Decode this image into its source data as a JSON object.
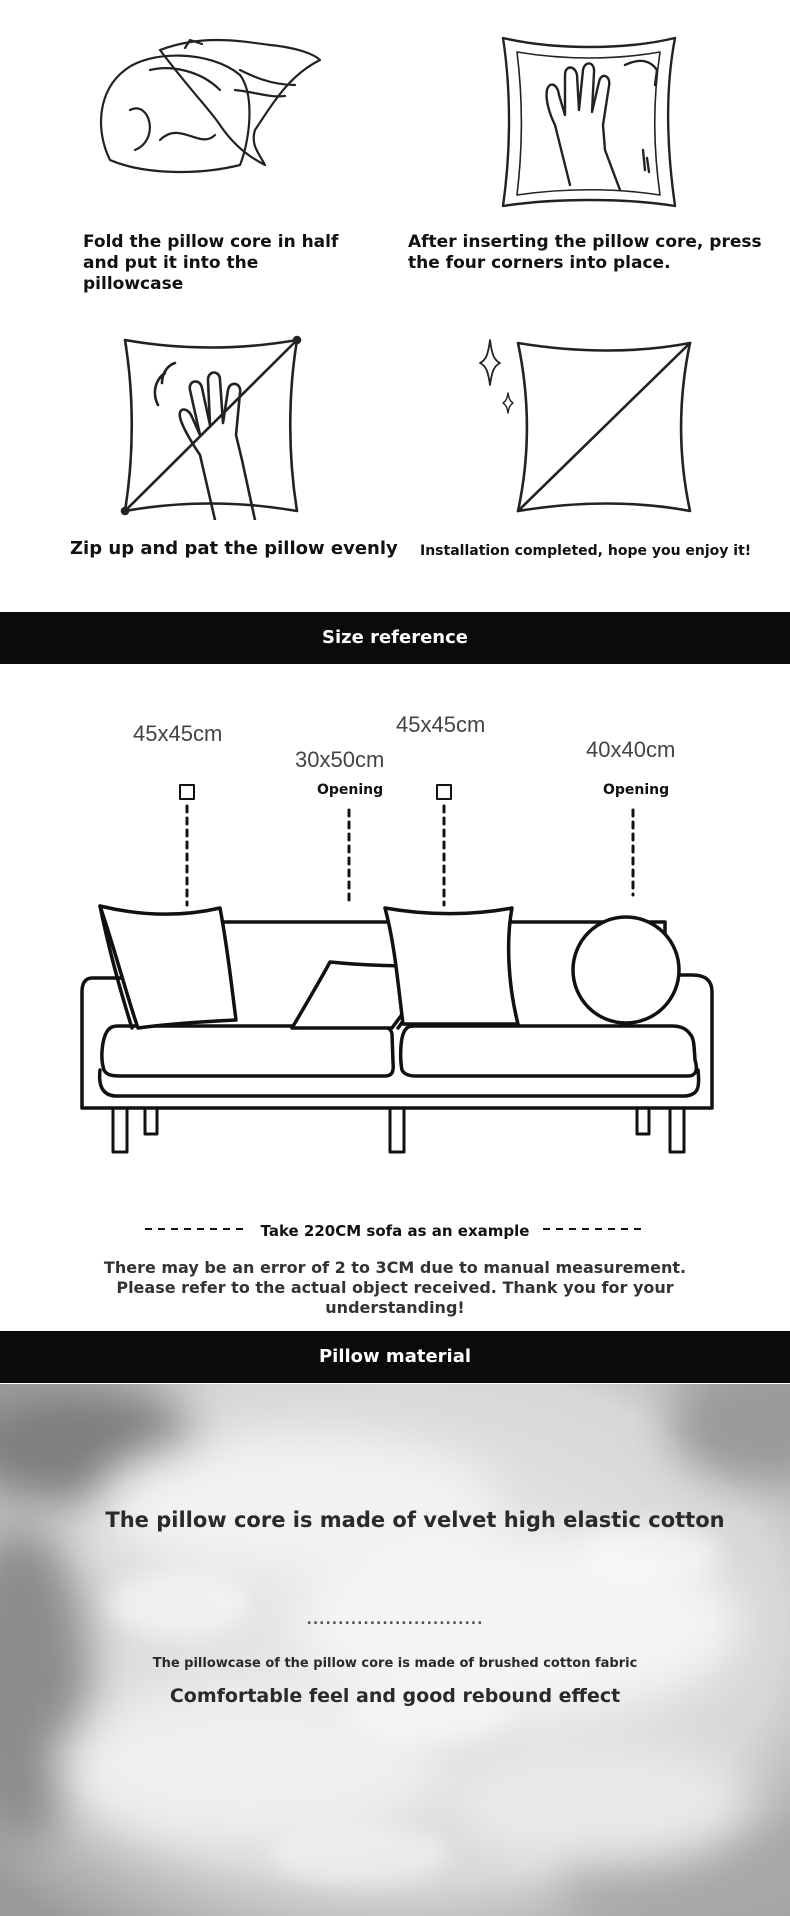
{
  "steps": {
    "step1": "Fold the pillow core in half and put it into the pillowcase",
    "step2": "After inserting the pillow core, press the four corners into place.",
    "step3": "Zip up and pat the pillow evenly",
    "step4": "Installation completed, hope you enjoy it!"
  },
  "size_section": {
    "header": "Size reference",
    "labels": {
      "left_square": "45x45cm",
      "middle_rect": "30x50cm",
      "right_square": "45x45cm",
      "round": "40x40cm"
    },
    "opening_label": "Opening",
    "example_note": "Take 220CM sofa as an example",
    "error_note": "There may be an error of 2 to 3CM due to manual measurement. Please refer to the actual object received. Thank you for your understanding!"
  },
  "material_section": {
    "header": "Pillow material",
    "headline": "The pillow core is made of velvet high elastic cotton",
    "divider": "............................",
    "subline": "The pillowcase of the pillow core is made of brushed cotton fabric",
    "tagline": "Comfortable feel and good rebound effect"
  },
  "colors": {
    "band": "#0b0b0b",
    "ink": "#111111",
    "muted_text": "#333333",
    "cotton_base": "#dcdcdc"
  },
  "icons": [
    "pillow-fold-icon",
    "pillow-press-corners-icon",
    "pillow-zip-pat-icon",
    "pillow-complete-icon",
    "sofa-illustration"
  ]
}
